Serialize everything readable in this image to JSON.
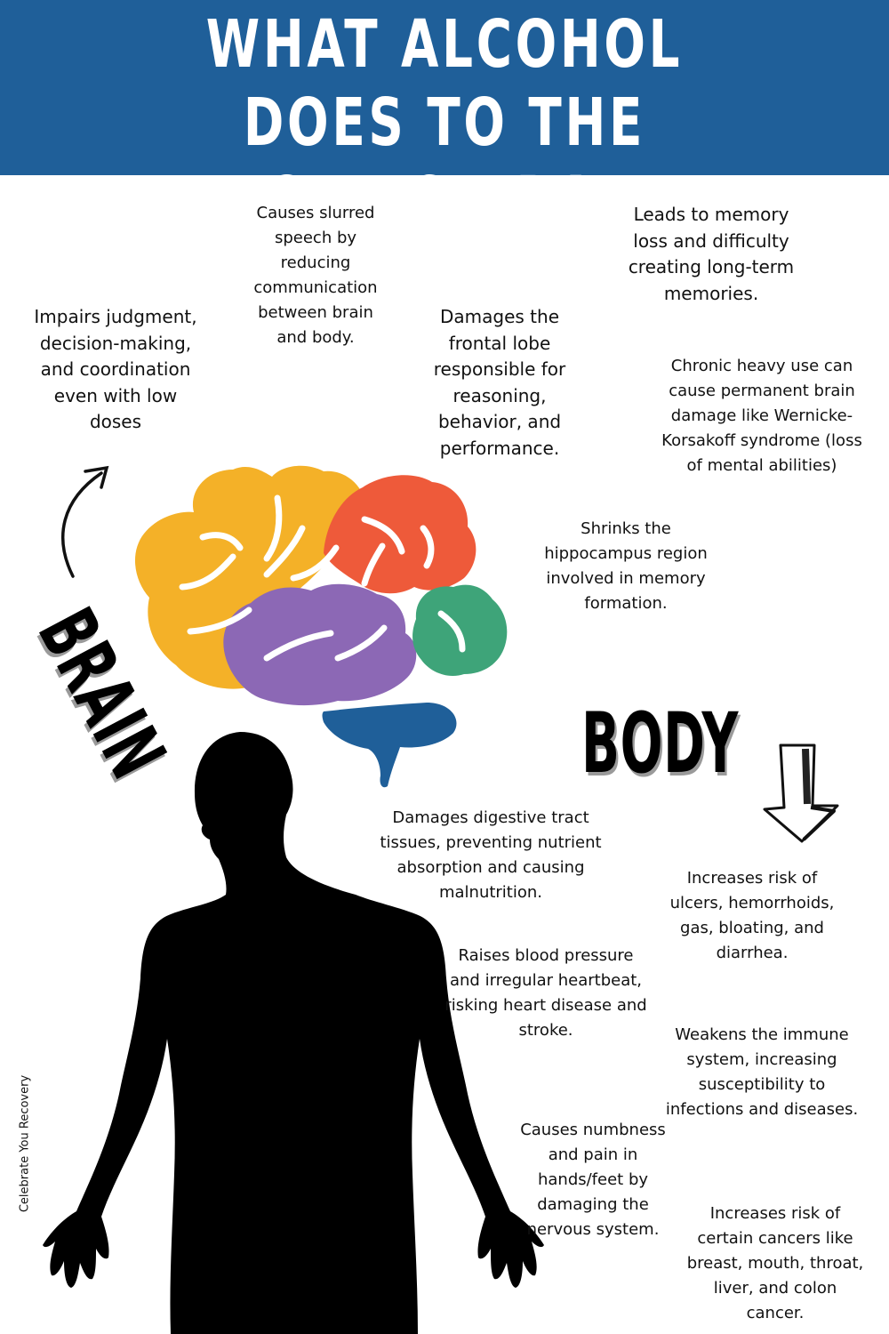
{
  "title": {
    "line1": "WHAT ALCOHOL DOES TO THE",
    "line2": "BODY & BRAIN"
  },
  "labels": {
    "brain": "BRAIN",
    "body": "BODY"
  },
  "brain_facts": {
    "judgment": "Impairs judgment, decision-making, and coordination even with low doses",
    "speech": "Causes slurred speech by reducing communication between brain and body.",
    "frontal_lobe": "Damages the frontal lobe responsible for reasoning, behavior, and performance.",
    "memory": "Leads to memory loss and difficulty creating long-term memories.",
    "chronic": "Chronic heavy use can cause permanent brain damage like Wernicke-Korsakoff syndrome (loss of mental abilities)",
    "hippocampus": "Shrinks the hippocampus region involved in memory formation."
  },
  "body_facts": {
    "digestive": "Damages digestive tract tissues, preventing nutrient absorption and causing malnutrition.",
    "ulcers": "Increases risk of ulcers, hemorrhoids, gas, bloating, and diarrhea.",
    "blood_pressure": "Raises blood pressure and irregular heartbeat, risking heart disease and stroke.",
    "immune": "Weakens the immune system, increasing susceptibility to infections and diseases.",
    "nerves": "Causes numbness and pain in hands/feet by damaging the nervous system.",
    "cancer": "Increases risk of certain cancers like breast, mouth, throat, liver, and colon cancer."
  },
  "credit": "Celebrate You Recovery",
  "colors": {
    "header": "#1f5f99",
    "brain_yellow": "#f4b128",
    "brain_red": "#ee5a3a",
    "brain_purple": "#8c68b5",
    "brain_green": "#3ea479",
    "brain_blue": "#1f5f99",
    "silhouette": "#000000"
  }
}
